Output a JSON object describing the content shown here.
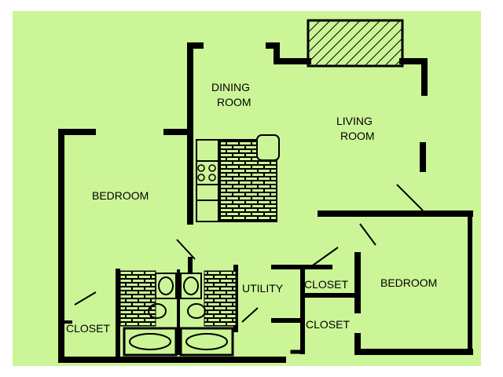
{
  "colors": {
    "background": "#ffffff",
    "floor": "#ccf598",
    "walls": "#000000"
  },
  "rooms": {
    "dining": {
      "line1": "DINING",
      "line2": "ROOM"
    },
    "living": {
      "line1": "LIVING",
      "line2": "ROOM"
    },
    "bedroom_left": "BEDROOM",
    "bedroom_right": "BEDROOM",
    "utility": "UTILITY",
    "closet_left": "CLOSET",
    "closet_mid_top": "CLOSET",
    "closet_mid_bottom": "CLOSET"
  }
}
